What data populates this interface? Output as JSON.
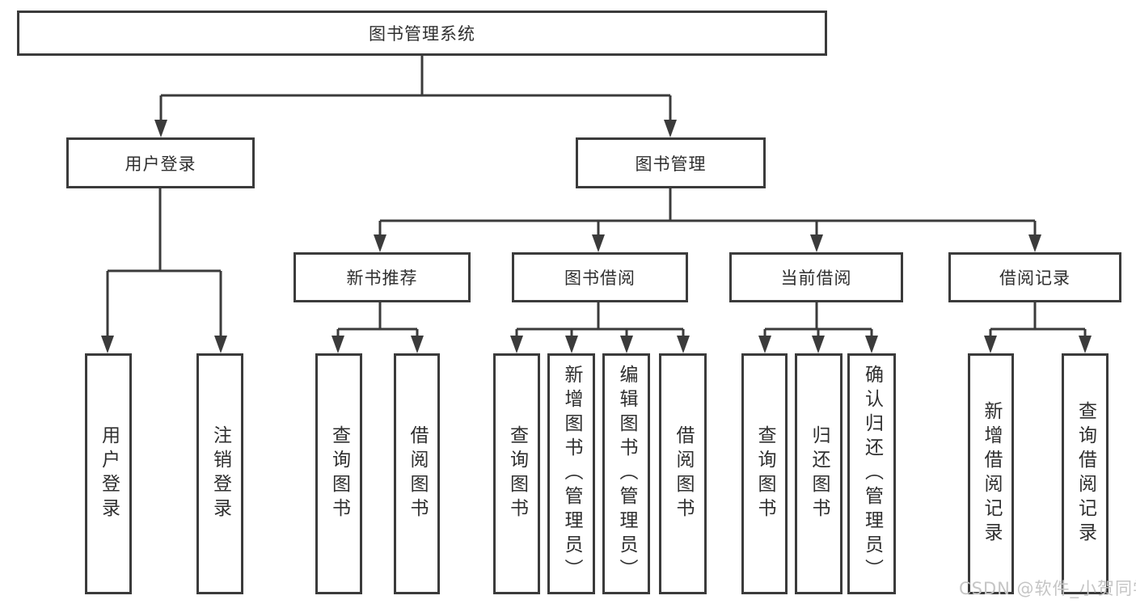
{
  "diagram": {
    "root": {
      "label": "图书管理系统"
    },
    "level2": [
      {
        "label": "用户登录"
      },
      {
        "label": "图书管理"
      }
    ],
    "level3": [
      {
        "label": "新书推荐"
      },
      {
        "label": "图书借阅"
      },
      {
        "label": "当前借阅"
      },
      {
        "label": "借阅记录"
      }
    ],
    "groups": [
      {
        "parent": "用户登录",
        "children": [
          "用户登录",
          "注销登录"
        ]
      },
      {
        "parent": "新书推荐",
        "children": [
          "查询图书",
          "借阅图书"
        ]
      },
      {
        "parent": "图书借阅",
        "children": [
          "查询图书",
          "新增图书（管理员）",
          "编辑图书（管理员）",
          "借阅图书"
        ]
      },
      {
        "parent": "当前借阅",
        "children": [
          "查询图书",
          "归还图书",
          "确认归还（管理员）"
        ]
      },
      {
        "parent": "借阅记录",
        "children": [
          "新增借阅记录",
          "查询借阅记录"
        ]
      }
    ],
    "watermark": "CSDN @软件_小贺同学",
    "colors": {
      "line": "#3b3b3b",
      "text": "#2f2f2f",
      "background": "#ffffff",
      "watermark": "#c5c5c5"
    }
  }
}
